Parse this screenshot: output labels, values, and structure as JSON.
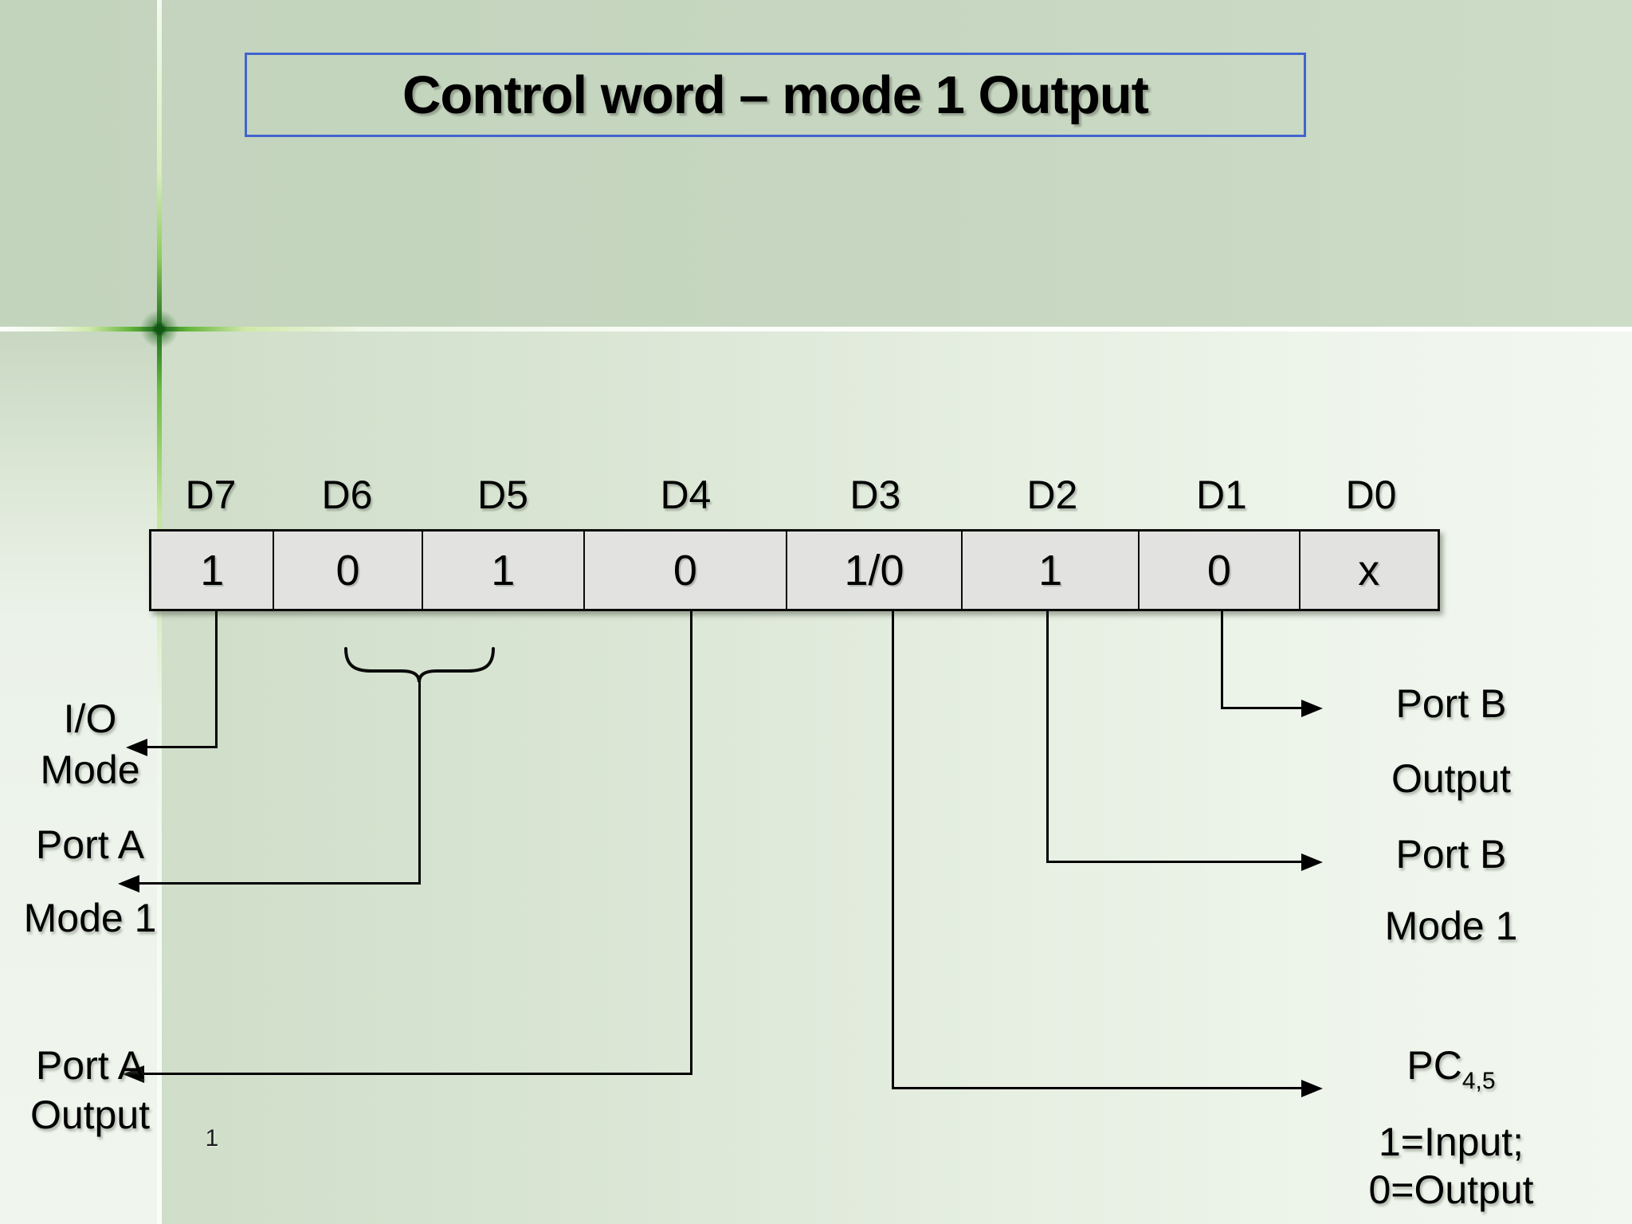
{
  "slide": {
    "title": "Control word – mode 1 Output",
    "page_number": "1"
  },
  "bit_table": {
    "labels": [
      "D7",
      "D6",
      "D5",
      "D4",
      "D3",
      "D2",
      "D1",
      "D0"
    ],
    "values": [
      "1",
      "0",
      "1",
      "0",
      "1/0",
      "1",
      "0",
      "x"
    ]
  },
  "annotations": {
    "io_mode": {
      "line1": "I/O",
      "line2": "Mode"
    },
    "port_a_mode": {
      "line1": "Port A",
      "line2": "Mode 1"
    },
    "port_a_output": {
      "line1": "Port A",
      "line2": "Output"
    },
    "port_b_output": {
      "line1": "Port B",
      "line2": "Output"
    },
    "port_b_mode": {
      "line1": "Port B",
      "line2": "Mode 1"
    },
    "pc45": {
      "base": "PC",
      "subscript": "4,5"
    },
    "pc45_note": {
      "line1": "1=Input;",
      "line2": "0=Output"
    }
  },
  "colors": {
    "background_top": "#c5d6c0",
    "background_bottom_right": "#f2f7f0",
    "title_border": "#4164cf",
    "cell_fill": "#e2e3e0",
    "line_color": "#000000",
    "flare_green": "#1d6e1c"
  }
}
